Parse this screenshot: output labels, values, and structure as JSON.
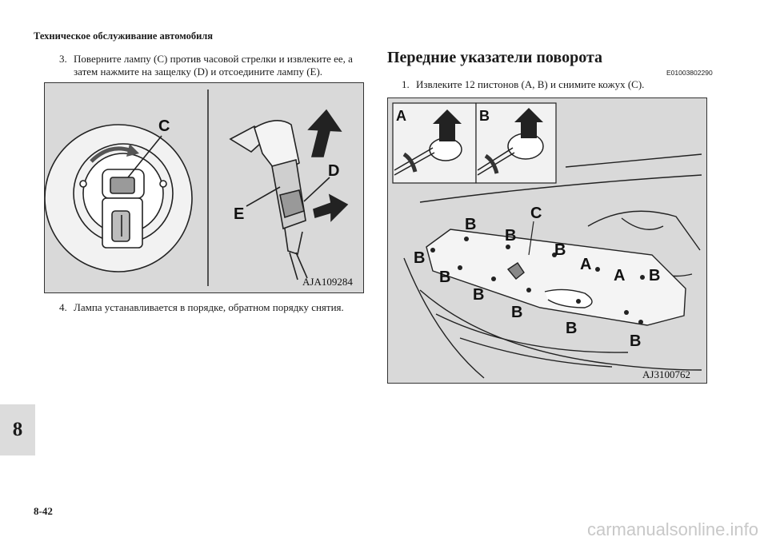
{
  "header": {
    "title": "Техническое обслуживание автомобиля"
  },
  "chapter_tab": "8",
  "page_number": "8-42",
  "left_column": {
    "step3": {
      "number": "3.",
      "text": "Поверните лампу (C) против часовой стрелки и извлеките ее, а затем нажмите на защелку (D) и отсоедините лампу (E)."
    },
    "figure": {
      "code": "AJA109284",
      "labels": {
        "c": "C",
        "d": "D",
        "e": "E"
      }
    },
    "step4": {
      "number": "4.",
      "text": "Лампа устанавливается в порядке, обратном порядку снятия."
    }
  },
  "right_column": {
    "section_title": "Передние указатели поворота",
    "section_code": "E01003802290",
    "step1": {
      "number": "1.",
      "text": "Извлеките 12 пистонов (A, B) и снимите кожух (C)."
    },
    "figure": {
      "code": "AJ3100762",
      "inset_labels": {
        "a": "A",
        "b": "B"
      },
      "labels": {
        "a": "A",
        "b": "B",
        "c": "C"
      }
    }
  },
  "watermark": "carmanualsonline.info"
}
